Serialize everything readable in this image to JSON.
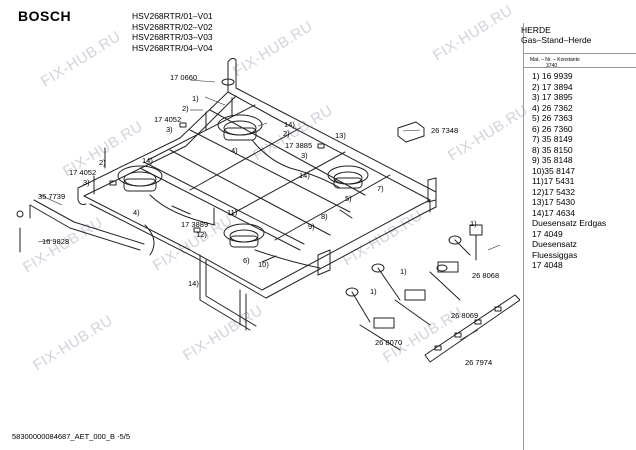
{
  "brand": "BOSCH",
  "models": [
    "HSV268RTR/01–V01",
    "HSV268RTR/02–V02",
    "HSV268RTR/03–V03",
    "HSV268RTR/04–V04"
  ],
  "category": {
    "line1": "HERDE",
    "line2": "Gas–Stand–Herde"
  },
  "material_label": {
    "line1": "Mat. – Nr. – Konstante",
    "line2": "3740"
  },
  "parts": [
    "1) 16 9939",
    "2) 17 3894",
    "3) 17 3895",
    "4) 26 7362",
    "5) 26 7363",
    "6) 26 7360",
    "7) 35 8149",
    "8) 35 8150",
    "9) 35 8148",
    "10)35 8147",
    "11)17 5431",
    "12)17 5432",
    "13)17 5430",
    "14)17 4634",
    "Duesensatz Erdgas",
    "17 4049",
    "Duesensatz",
    "Fluessiggas",
    "17 4048"
  ],
  "footer": "58300000084687_AET_000_B  -5/5",
  "watermark": "FIX-HUB.RU",
  "callouts": {
    "c170660": "17 0660",
    "c1a": "1)",
    "c2a": "2)",
    "c3a": "3)",
    "c174052a": "17 4052",
    "c14a": "14)",
    "c4a": "4)",
    "c2b": "2)",
    "c13": "13)",
    "c173885": "17 3885",
    "c3b": "3)",
    "c14b": "14)",
    "c267348": "26 7348",
    "c2c": "2)",
    "c14c": "14)",
    "c174052b": "17 4052",
    "c3c": "3)",
    "c357739": "35 7739",
    "c4b": "4)",
    "c173889": "17 3889",
    "c11": "11)",
    "c12": "12)",
    "c5": "5)",
    "c7": "7)",
    "c8": "8)",
    "c9": "9)",
    "c169828": "16 9828",
    "c6": "6)",
    "c10": "10)",
    "c14d": "14)",
    "c1b": "1)",
    "c1c": "1)",
    "c268068": "26 8068",
    "c1d": "1)",
    "c268069": "26 8069",
    "c268070": "26 8070",
    "c267974": "26 7974"
  }
}
